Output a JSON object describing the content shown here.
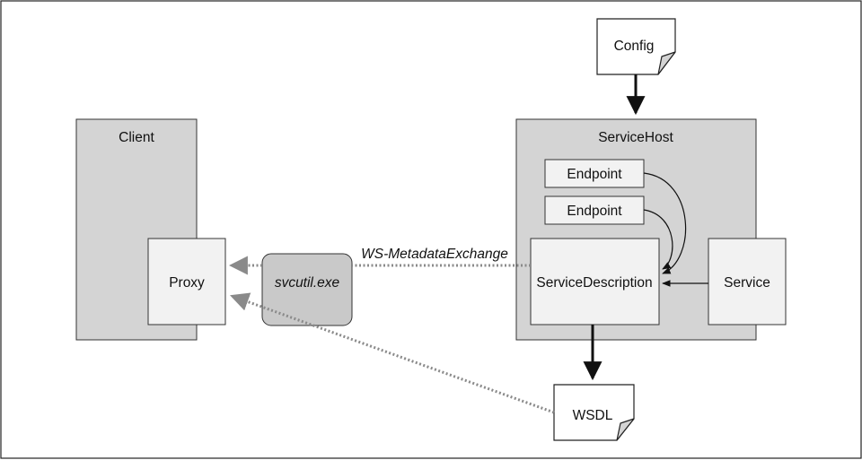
{
  "client": {
    "label": "Client"
  },
  "proxy": {
    "label": "Proxy"
  },
  "svcutil": {
    "label": "svcutil.exe"
  },
  "metadata_exchange": {
    "label": "WS-MetadataExchange"
  },
  "config": {
    "label": "Config"
  },
  "service_host": {
    "label": "ServiceHost"
  },
  "endpoints": [
    {
      "label": "Endpoint"
    },
    {
      "label": "Endpoint"
    }
  ],
  "service_description": {
    "label": "ServiceDescription"
  },
  "service": {
    "label": "Service"
  },
  "wsdl": {
    "label": "WSDL"
  },
  "colors": {
    "container_fill": "#d4d4d4",
    "box_fill": "#f2f2f2",
    "svcutil_fill": "#c9c9c9",
    "dotted_arrow": "#8a8a8a",
    "solid_arrow": "#111111"
  }
}
